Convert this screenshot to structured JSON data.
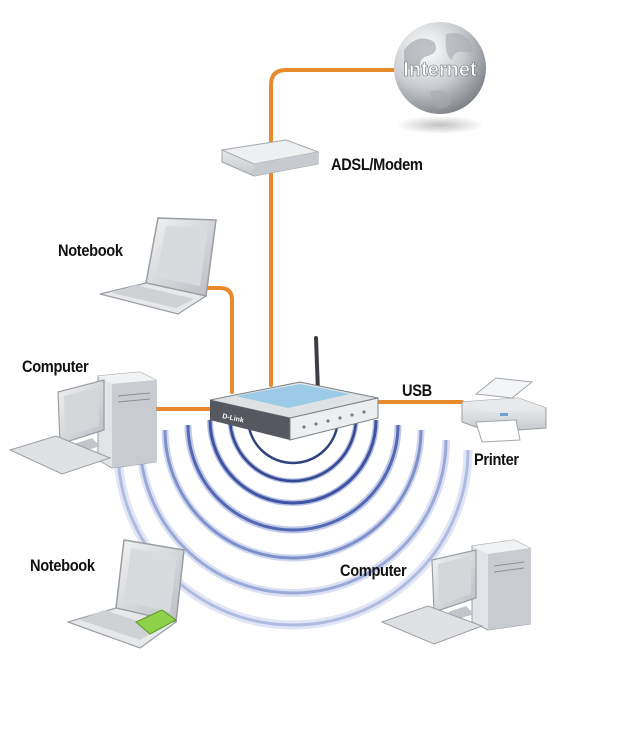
{
  "labels": {
    "internet": "Internet",
    "modem": "ADSL/Modem",
    "notebook_top": "Notebook",
    "computer_left": "Computer",
    "usb": "USB",
    "printer": "Printer",
    "notebook_bottom": "Notebook",
    "computer_bottom": "Computer"
  },
  "router_brand": "D-Link",
  "colors": {
    "cable": "#e8892b",
    "wireless": "#3b4f9a",
    "device": "#dfe2e5",
    "background": "#ffffff"
  },
  "icons": [
    "globe-icon",
    "modem-icon",
    "notebook-icon",
    "desktop-computer-icon",
    "router-icon",
    "printer-icon",
    "wireless-card-icon"
  ]
}
